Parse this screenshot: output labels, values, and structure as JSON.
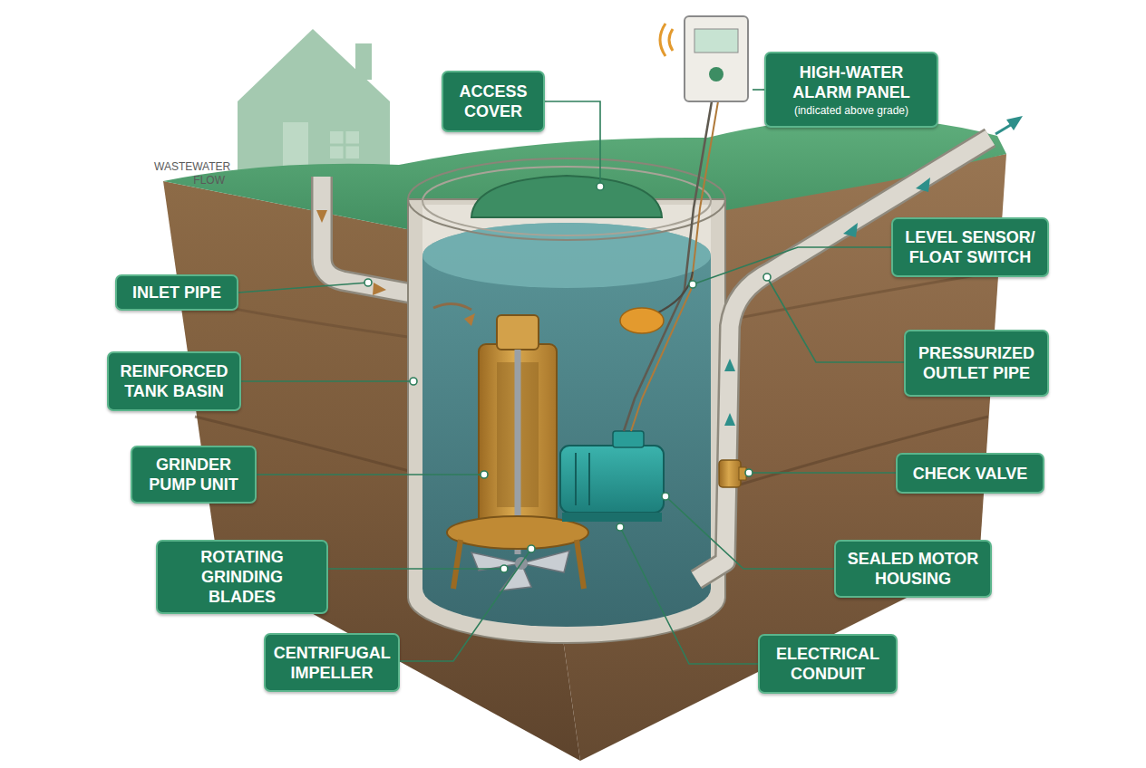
{
  "diagram": {
    "nodes": [
      {
        "text": [
          "ACCESS COVER"
        ]
      },
      {
        "text": [
          "HIGH-WATER ALARM PANEL",
          "(indicated above grade)"
        ]
      },
      {
        "text": [
          "LEVEL SENSOR/ FLOAT SWITCH"
        ]
      },
      {
        "text": [
          "INLET PIPE"
        ]
      },
      {
        "text": [
          "PRESSURIZED OUTLET PIPE"
        ]
      },
      {
        "text": [
          "REINFORCED TANK BASIN"
        ]
      },
      {
        "text": [
          "GRINDER PUMP UNIT"
        ]
      },
      {
        "text": [
          "CHECK VALVE"
        ]
      },
      {
        "text": [
          "ROTATING GRINDING BLADES"
        ]
      },
      {
        "text": [
          "SEALED MOTOR HOUSING"
        ]
      },
      {
        "text": [
          "CENTRIFUGAL IMPELLER"
        ]
      },
      {
        "text": [
          "ELECTRICAL CONDUIT"
        ]
      }
    ],
    "labels": [
      "WASTEWATER FLOW"
    ]
  }
}
